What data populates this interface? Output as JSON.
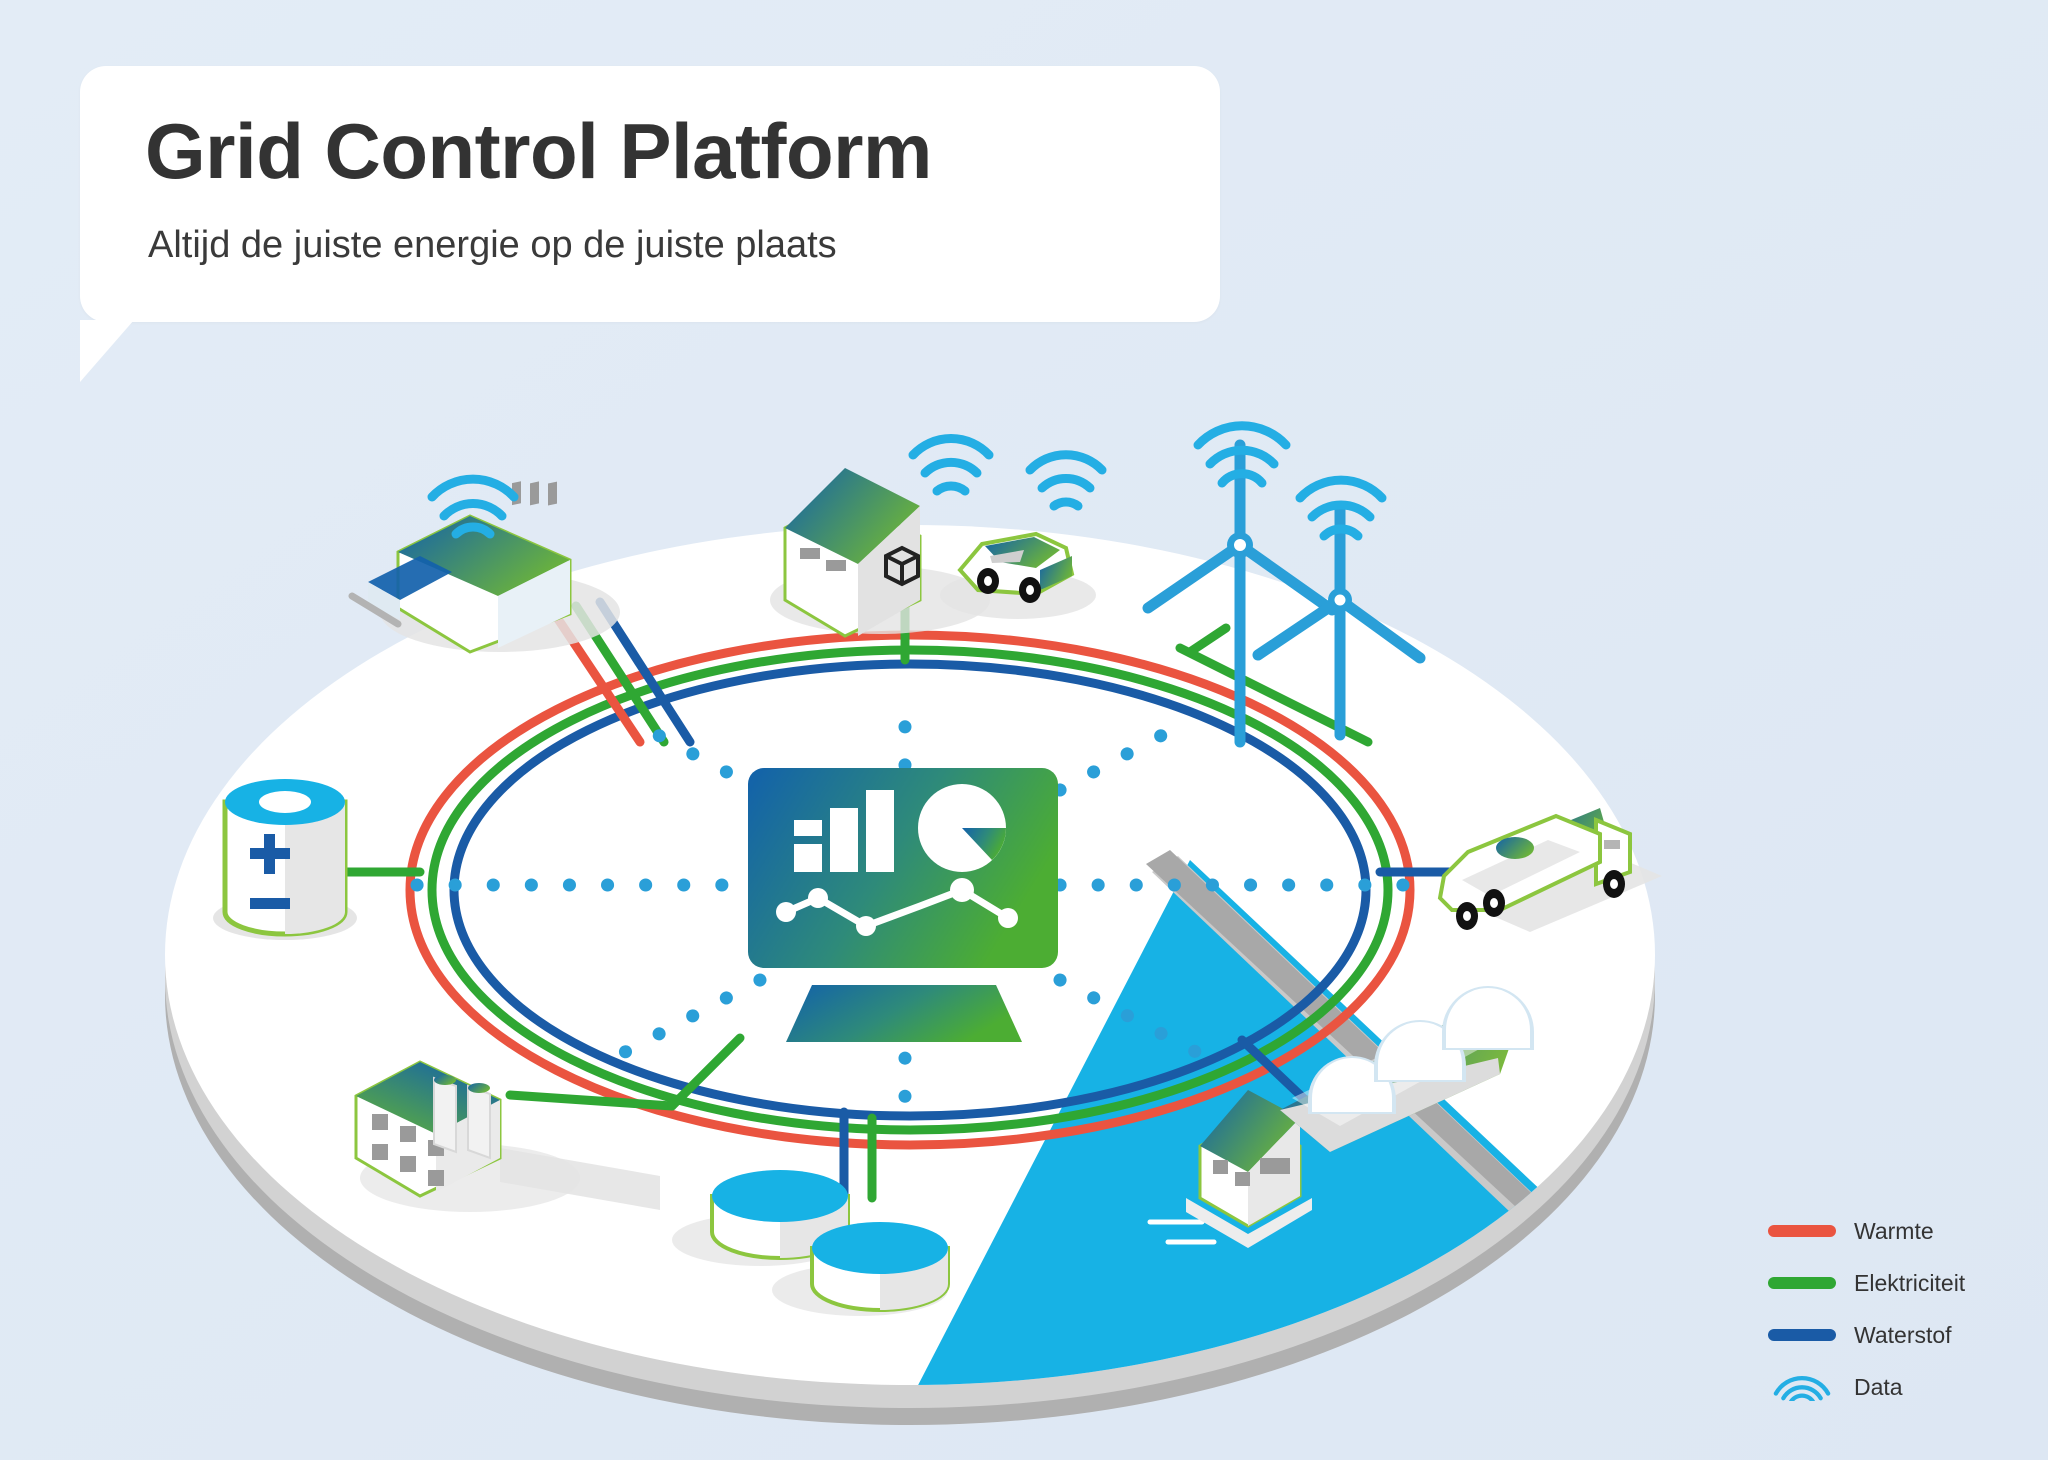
{
  "header": {
    "title": "Grid Control Platform",
    "subtitle": "Altijd de juiste energie op de juiste plaats"
  },
  "legend": {
    "items": [
      {
        "label": "Warmte",
        "color": "#ea5440",
        "icon": "line-swatch"
      },
      {
        "label": "Elektriciteit",
        "color": "#2fa733",
        "icon": "line-swatch"
      },
      {
        "label": "Waterstof",
        "color": "#1a5ba6",
        "icon": "line-swatch"
      },
      {
        "label": "Data",
        "color": "#24aee4",
        "icon": "wifi-icon"
      }
    ]
  },
  "palette": {
    "background": "#e1eaf5",
    "card": "#ffffff",
    "platform_top": "#ffffff",
    "platform_rim": "#b3b3b3",
    "platform_edge": "#d4d4d4",
    "water": "#17b2e5",
    "heat": "#ea5440",
    "electricity": "#2fa733",
    "hydrogen": "#1a5ba6",
    "data": "#2a9fd8",
    "gradient_start": "#1261ab",
    "gradient_end": "#4cad33",
    "outline_green": "#8cc63f",
    "text": "#333333",
    "shadow": "#e2e2e2"
  },
  "scene": {
    "platform_label": "energy-system-platform",
    "hub": {
      "name": "grid-control-dashboard",
      "charts": [
        "bar-chart",
        "pie-chart",
        "line-chart"
      ]
    },
    "rings": [
      {
        "name": "heat-ring",
        "color": "#ea5440"
      },
      {
        "name": "electricity-ring",
        "color": "#2fa733"
      },
      {
        "name": "hydrogen-ring",
        "color": "#1a5ba6"
      }
    ],
    "nodes": [
      {
        "name": "office-building",
        "connections": [
          "warmte",
          "elektriciteit",
          "waterstof"
        ],
        "has_data": true
      },
      {
        "name": "warehouse-house",
        "connections": [
          "elektriciteit"
        ],
        "has_data": true
      },
      {
        "name": "electric-car",
        "connections": [],
        "has_data": true
      },
      {
        "name": "wind-turbine-large",
        "connections": [
          "elektriciteit"
        ],
        "has_data": true
      },
      {
        "name": "wind-turbine-small",
        "connections": [
          "elektriciteit"
        ],
        "has_data": true
      },
      {
        "name": "battery-storage",
        "connections": [
          "elektriciteit"
        ],
        "has_data": false
      },
      {
        "name": "hydrogen-tanker-truck",
        "connections": [
          "waterstof"
        ],
        "has_data": false
      },
      {
        "name": "factory-plant",
        "connections": [
          "elektriciteit"
        ],
        "has_data": false
      },
      {
        "name": "storage-tanks",
        "connections": [
          "elektriciteit",
          "waterstof"
        ],
        "has_data": false
      },
      {
        "name": "port-terminal",
        "connections": [
          "waterstof"
        ],
        "has_data": false
      },
      {
        "name": "hydrogen-carrier-ship",
        "connections": [
          "waterstof"
        ],
        "has_data": false
      }
    ]
  }
}
